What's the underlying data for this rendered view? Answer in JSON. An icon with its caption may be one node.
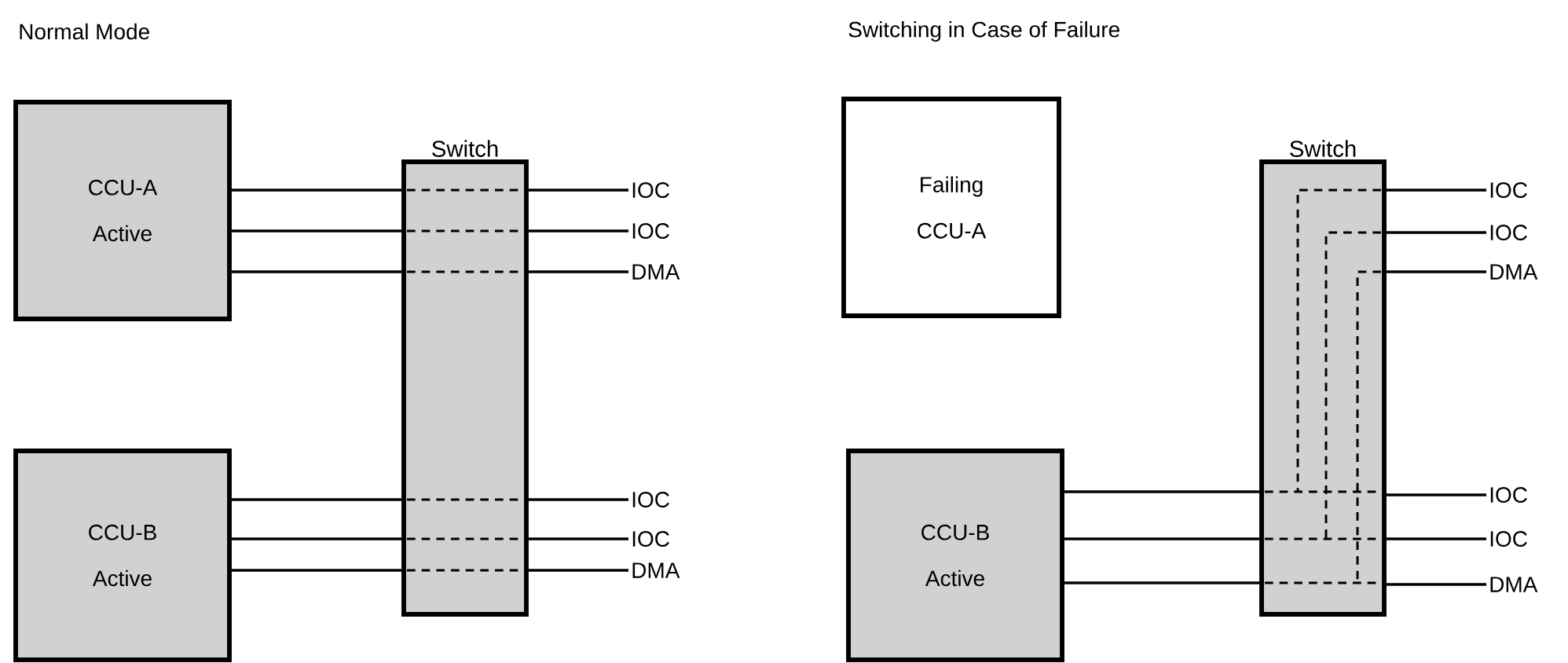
{
  "diagram": {
    "nodes": [
      {
        "text": [
          "CCU-A Active"
        ]
      },
      {
        "text": [
          "Switch"
        ]
      },
      {
        "text": [
          "CCU-B Active"
        ]
      },
      {
        "text": [
          "IOC"
        ]
      },
      {
        "text": [
          "IOC"
        ]
      },
      {
        "text": [
          "DMA"
        ]
      },
      {
        "text": [
          "IOC"
        ]
      },
      {
        "text": [
          "IOC"
        ]
      },
      {
        "text": [
          "DMA"
        ]
      },
      {
        "text": [
          "Failing CCU-A"
        ]
      },
      {
        "text": [
          "Switch"
        ]
      },
      {
        "text": [
          "CCU-B Active"
        ]
      },
      {
        "text": [
          "IOC"
        ]
      },
      {
        "text": [
          "IOC"
        ]
      },
      {
        "text": [
          "DMA"
        ]
      },
      {
        "text": [
          "IOC"
        ]
      },
      {
        "text": [
          "IOC"
        ]
      },
      {
        "text": [
          "DMA"
        ]
      }
    ],
    "edges": [
      {
        "from": 0,
        "to": 1,
        "arrow": "none"
      },
      {
        "from": 0,
        "to": 1,
        "arrow": "none"
      },
      {
        "from": 0,
        "to": 1,
        "arrow": "none"
      },
      {
        "from": 2,
        "to": 1,
        "arrow": "none"
      },
      {
        "from": 2,
        "to": 1,
        "arrow": "none"
      },
      {
        "from": 2,
        "to": 1,
        "arrow": "none"
      },
      {
        "from": 1,
        "to": 3,
        "arrow": "none"
      },
      {
        "from": 1,
        "to": 4,
        "arrow": "none"
      },
      {
        "from": 1,
        "to": 5,
        "arrow": "none"
      },
      {
        "from": 1,
        "to": 6,
        "arrow": "none"
      },
      {
        "from": 1,
        "to": 7,
        "arrow": "none"
      },
      {
        "from": 1,
        "to": 8,
        "arrow": "none"
      },
      {
        "from": 11,
        "to": 10,
        "arrow": "none"
      },
      {
        "from": 11,
        "to": 10,
        "arrow": "none"
      },
      {
        "from": 11,
        "to": 10,
        "arrow": "none"
      },
      {
        "from": 10,
        "to": 12,
        "arrow": "none"
      },
      {
        "from": 10,
        "to": 13,
        "arrow": "none"
      },
      {
        "from": 10,
        "to": 14,
        "arrow": "none"
      },
      {
        "from": 10,
        "to": 15,
        "arrow": "none"
      },
      {
        "from": 10,
        "to": 16,
        "arrow": "none"
      },
      {
        "from": 10,
        "to": 17,
        "arrow": "none"
      }
    ],
    "labels": [
      "Normal Mode",
      "Switching in Case of Failure"
    ]
  }
}
